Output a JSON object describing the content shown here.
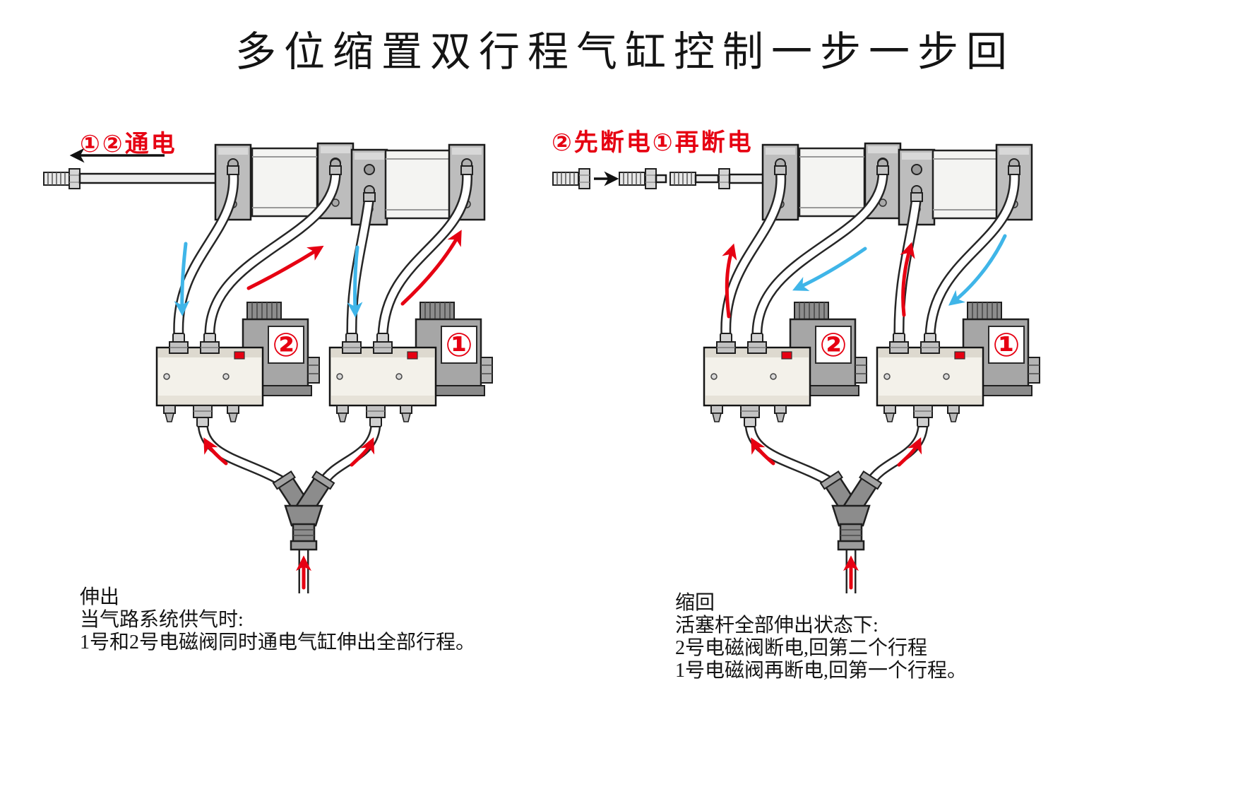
{
  "title": "多位缩置双行程气缸控制一步一步回",
  "colors": {
    "arrow_red": "#e60012",
    "arrow_blue": "#3fb5e8",
    "label_red": "#e60012"
  },
  "left": {
    "step_label": "①②通电",
    "valve_left_number": "②",
    "valve_right_number": "①",
    "caption": {
      "title": "伸出",
      "line1": "当气路系统供气时:",
      "line2": "1号和2号电磁阀同时通电气缸伸出全部行程。"
    }
  },
  "right": {
    "step_label": "②先断电①再断电",
    "valve_left_number": "②",
    "valve_right_number": "①",
    "caption": {
      "title": "缩回",
      "line1": "活塞杆全部伸出状态下:",
      "line2": "2号电磁阀断电,回第二个行程",
      "line3": "1号电磁阀再断电,回第一个行程。"
    }
  }
}
